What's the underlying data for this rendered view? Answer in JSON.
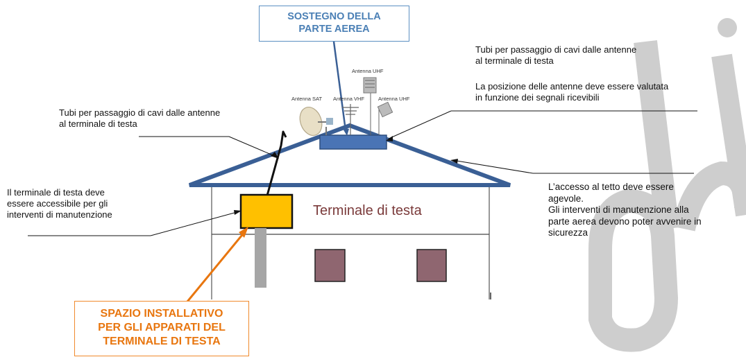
{
  "support_box": {
    "line1": "SOSTEGNO DELLA",
    "line2": "PARTE AEREA"
  },
  "install_box": {
    "line1": "SPAZIO INSTALLATIVO",
    "line2": "PER GLI APPARATI DEL",
    "line3": "TERMINALE DI TESTA"
  },
  "notes": {
    "top_right_tubes_1": "Tubi per passaggio di cavi dalle antenne",
    "top_right_tubes_2": "al terminale di testa",
    "antenna_position_1": "La posizione delle antenne deve essere valutata",
    "antenna_position_2": "in funzione dei segnali ricevibili",
    "left_tubes_1": "Tubi per passaggio di cavi dalle antenne",
    "left_tubes_2": "al terminale di testa",
    "terminal_access_1": "Il terminale di testa deve",
    "terminal_access_2": "essere accessibile per gli",
    "terminal_access_3": "interventi di manutenzione",
    "roof_access_1": "L’accesso al tetto deve essere",
    "roof_access_2": "agevole.",
    "roof_access_3": "Gli interventi di manutenzione alla",
    "roof_access_4": "parte aerea devono poter avvenire in",
    "roof_access_5": "sicurezza"
  },
  "antennas": {
    "sat": "Antenna SAT",
    "vhf": "Antenna VHF",
    "uhf_top": "Antenna UHF",
    "uhf_right": "Antenna UHF"
  },
  "building_label": "Terminale di testa",
  "colors": {
    "roof": "#3a5f95",
    "roof_box": "#4a74b5",
    "terminal": "#ffc000",
    "door": "#8f6670",
    "orange": "#e8760f",
    "blue_box": "#5b8fc2",
    "watermark": "#c8c8c8"
  }
}
